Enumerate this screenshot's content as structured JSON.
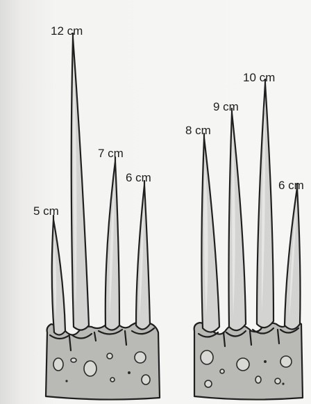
{
  "groups": [
    {
      "spikes": [
        {
          "label": "5 cm"
        },
        {
          "label": "12 cm"
        },
        {
          "label": "7 cm"
        },
        {
          "label": "6 cm"
        }
      ]
    },
    {
      "spikes": [
        {
          "label": "8 cm"
        },
        {
          "label": "9 cm"
        },
        {
          "label": "10 cm"
        },
        {
          "label": "6 cm"
        }
      ]
    }
  ]
}
